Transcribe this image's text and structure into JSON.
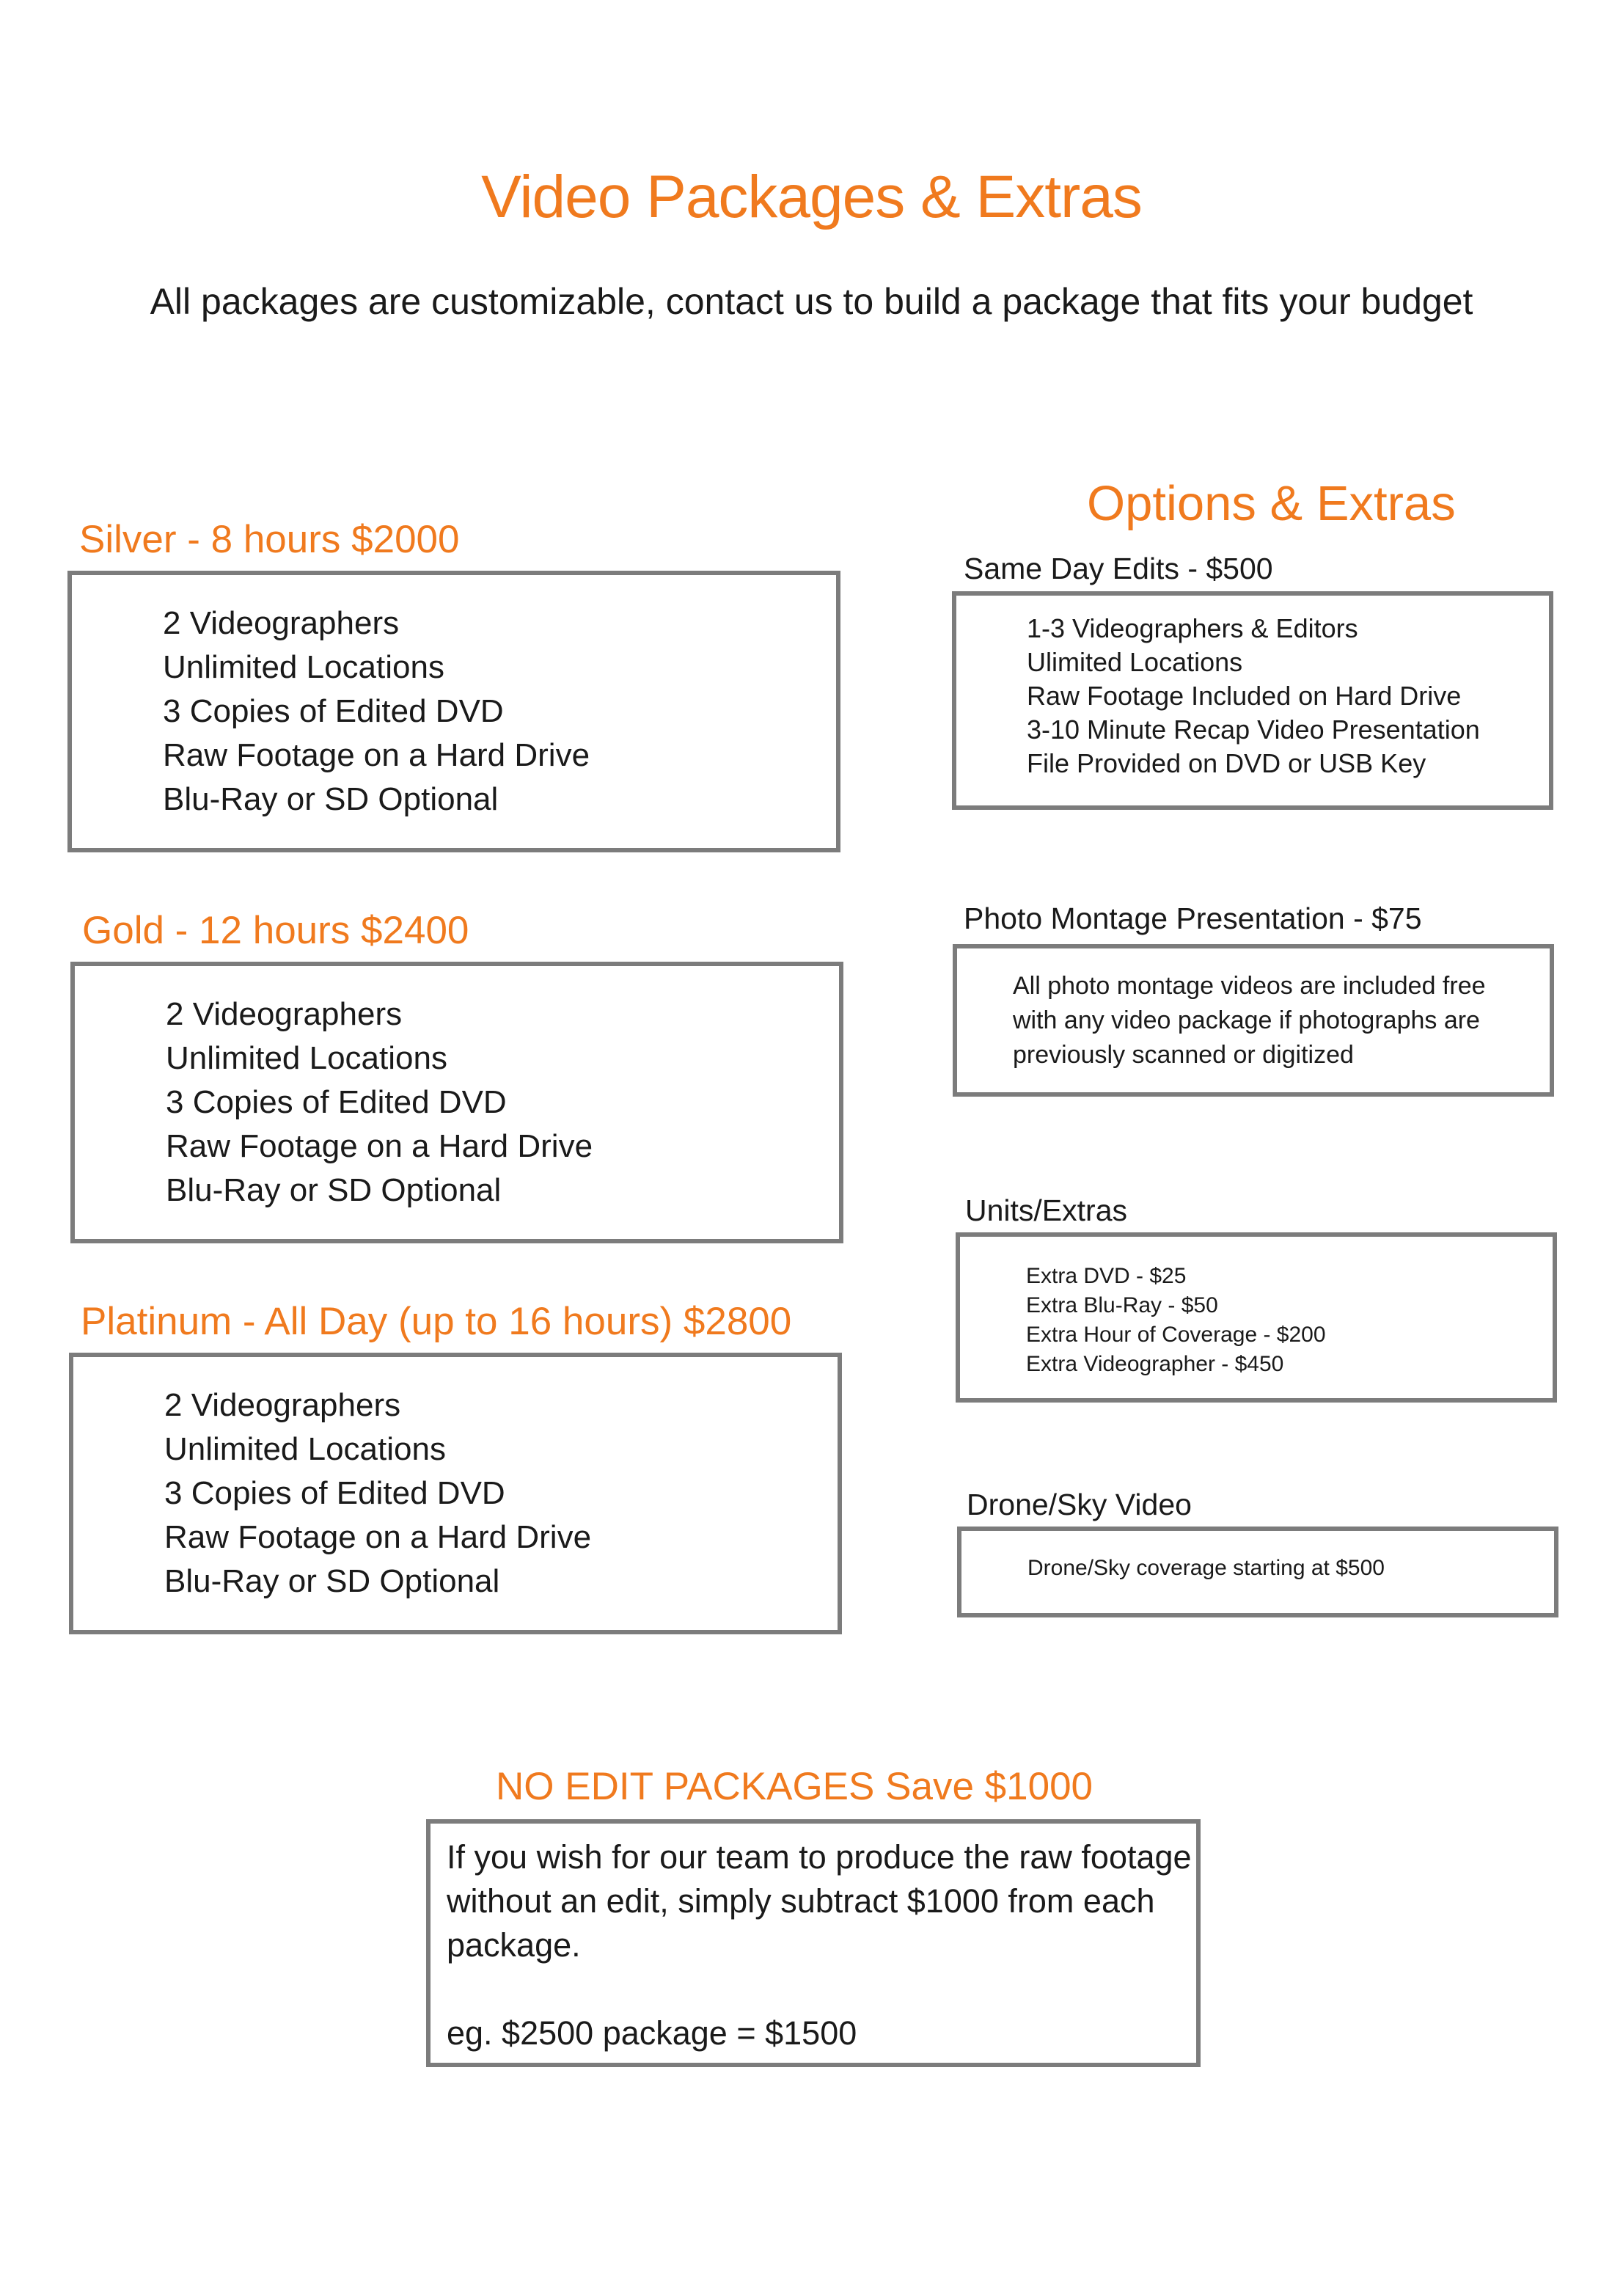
{
  "header": {
    "title": "Video Packages & Extras",
    "subtitle": "All packages are customizable, contact us to build a package that fits your budget"
  },
  "packages": [
    {
      "heading": "Silver - 8 hours $2000",
      "features": [
        "2 Videographers",
        "Unlimited Locations",
        "3 Copies of Edited DVD",
        "Raw Footage on a Hard Drive",
        "Blu-Ray or SD Optional"
      ]
    },
    {
      "heading": "Gold - 12 hours $2400",
      "features": [
        "2 Videographers",
        "Unlimited Locations",
        "3 Copies of Edited DVD",
        "Raw Footage on a Hard Drive",
        "Blu-Ray or SD Optional"
      ]
    },
    {
      "heading": "Platinum - All Day (up to 16 hours) $2800",
      "features": [
        "2 Videographers",
        "Unlimited Locations",
        "3 Copies of Edited DVD",
        "Raw Footage on a Hard Drive",
        "Blu-Ray or SD Optional"
      ]
    }
  ],
  "options": {
    "title": "Options & Extras",
    "same_day": {
      "heading": "Same Day Edits - $500",
      "items": [
        "1-3 Videographers & Editors",
        "Ulimited Locations",
        "Raw Footage Included on Hard Drive",
        "3-10 Minute Recap Video Presentation",
        "File Provided on DVD or USB Key"
      ]
    },
    "photo_montage": {
      "heading": "Photo Montage Presentation - $75",
      "lines": [
        "All photo montage videos are included free",
        "with any video package if photographs are",
        "previously scanned or digitized"
      ]
    },
    "units": {
      "heading": "Units/Extras",
      "items": [
        "Extra DVD - $25",
        "Extra Blu-Ray - $50",
        "Extra Hour of Coverage - $200",
        "Extra Videographer - $450"
      ]
    },
    "drone": {
      "heading": "Drone/Sky Video",
      "text": "Drone/Sky coverage starting at $500"
    }
  },
  "no_edit": {
    "heading": "NO EDIT PACKAGES Save $1000",
    "lines": [
      "If you wish for our team to produce the raw footage",
      "without an edit, simply subtract $1000 from each",
      "package."
    ],
    "example": "eg. $2500 package = $1500"
  },
  "colors": {
    "accent": "#f07a1e",
    "border": "#7c7c7c",
    "text": "#1a1a1a"
  }
}
